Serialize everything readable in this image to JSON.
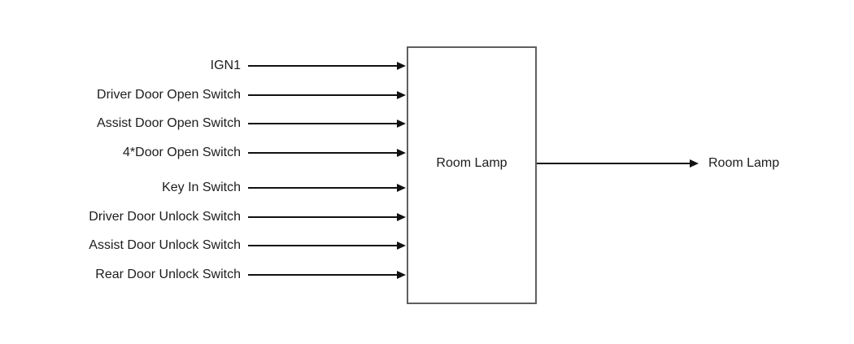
{
  "diagram": {
    "type": "block-diagram",
    "block": {
      "label": "Room Lamp"
    },
    "inputs": [
      {
        "label": "IGN1"
      },
      {
        "label": "Driver Door Open Switch"
      },
      {
        "label": "Assist Door Open Switch"
      },
      {
        "label": "4*Door Open Switch"
      },
      {
        "label": "Key In Switch"
      },
      {
        "label": "Driver Door Unlock Switch"
      },
      {
        "label": "Assist Door Unlock Switch"
      },
      {
        "label": "Rear Door Unlock Switch"
      }
    ],
    "outputs": [
      {
        "label": "Room Lamp"
      }
    ],
    "colors": {
      "background": "#ffffff",
      "line": "#111111",
      "box_border": "#5f5f5f",
      "text": "#1c1c1c"
    }
  }
}
